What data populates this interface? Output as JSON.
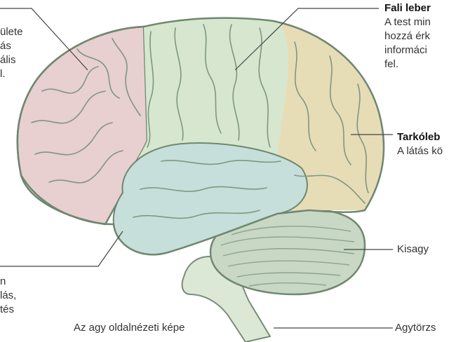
{
  "diagram": {
    "caption": "Az agy oldalnézeti képe",
    "left_top_lines": [
      "ülete",
      "ás",
      "ális",
      "l."
    ],
    "left_bottom_lines": [
      "n",
      "lás,",
      "tés"
    ],
    "parietal": {
      "title": "Fali leber",
      "desc_lines": [
        "A test min",
        "hozzá érk",
        "informáci",
        "fel."
      ],
      "color": "#e6dcb6"
    },
    "occipital": {
      "title": "Tarkóleb",
      "desc": "A látás kö"
    },
    "cerebellum": {
      "label": "Kisagy",
      "color": "#c8d8c4"
    },
    "brainstem": {
      "label": "Agytörzs",
      "color": "#dbe8d6"
    },
    "frontal_color": "#e8cfd0",
    "temporal_color": "#c7dfda",
    "central_color": "#d6e6cf"
  }
}
